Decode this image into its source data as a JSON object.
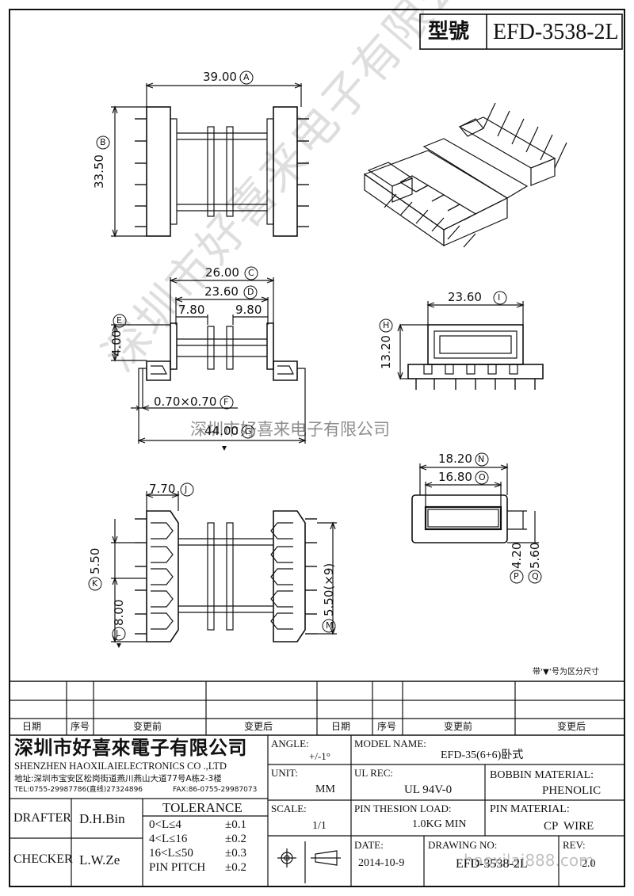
{
  "header": {
    "model_label": "型號",
    "model_value": "EFD-3538-2L"
  },
  "dims": {
    "a": "39.00",
    "a_tag": "A",
    "b": "33.50",
    "b_tag": "B",
    "c": "26.00",
    "c_tag": "C",
    "d": "23.60",
    "d_tag": "D",
    "d_left": "7.80",
    "d_right": "9.80",
    "e": "4.00",
    "e_tag": "E",
    "f": "0.70×0.70",
    "f_tag": "F",
    "g": "44.00",
    "g_tag": "G",
    "i": "23.60",
    "i_tag": "I",
    "h": "13.20",
    "h_tag": "H",
    "n": "18.20",
    "n_tag": "N",
    "o": "16.80",
    "o_tag": "O",
    "p": "4.20",
    "p_tag": "P",
    "q": "5.60",
    "q_tag": "Q",
    "j": "7.70",
    "j_tag": "J",
    "k": "5.50",
    "k_tag": "K",
    "l": "8.00",
    "l_tag": "L",
    "m": "5.50(×9)",
    "m_tag": "M"
  },
  "watermark": {
    "diagonal": "深圳市好喜来电子有限公司",
    "center": "深圳市好喜来电子有限公司"
  },
  "note": "带‘▼’号为区分尺寸",
  "revision_table": {
    "col_date": "日期",
    "col_no": "序号",
    "col_before": "变更前",
    "col_after": "变更后",
    "col_date2": "日期",
    "col_no2": "序号",
    "col_before2": "变更前",
    "col_after2": "变更后"
  },
  "company": {
    "name_cn": "深圳市好喜來電子有限公司",
    "name_en": "SHENZHEN HAOXILAIELECTRONICS CO .,LTD",
    "address": "地址:深圳市宝安区松岗街道燕川燕山大道77号A栋2-3楼",
    "tel": "TEL:0755-29987786(直线)27324896",
    "fax": "FAX:86-0755-29987073"
  },
  "title_block": {
    "angle_label": "ANGLE:",
    "angle_value": "+/-1°",
    "model_label": "MODEL NAME:",
    "model_value": "EFD-35(6+6)卧式",
    "unit_label": "UNIT:",
    "unit_value": "MM",
    "ul_label": "UL REC:",
    "ul_value": "UL 94V-0",
    "bobbin_label": "BOBBIN MATERIAL:",
    "bobbin_value": "PHENOLIC",
    "scale_label": "SCALE:",
    "scale_value": "1/1",
    "pin_load_label": "PIN THESION LOAD:",
    "pin_load_value": "1.0KG MIN",
    "pin_mat_label": "PIN MATERIAL:",
    "pin_mat_value": "CP  WIRE",
    "date_label": "DATE:",
    "date_value": "2014-10-9",
    "drawing_label": "DRAWING NO:",
    "drawing_value": "EFD-3538-2L",
    "rev_label": "REV:",
    "rev_value": "2.0",
    "drafter_label": "DRAFTER",
    "drafter_value": "D.H.Bin",
    "checker_label": "CHECKER",
    "checker_value": "L.W.Ze",
    "tolerance_title": "TOLERANCE",
    "tol1_range": "0<L≤4",
    "tol1_value": "±0.1",
    "tol2_range": "4<L≤16",
    "tol2_value": "±0.2",
    "tol3_range": "16<L≤50",
    "tol3_value": "±0.3",
    "tol4_range": "PIN PITCH",
    "tol4_value": "±0.2"
  },
  "site_watermark": "haoxilai888.com"
}
